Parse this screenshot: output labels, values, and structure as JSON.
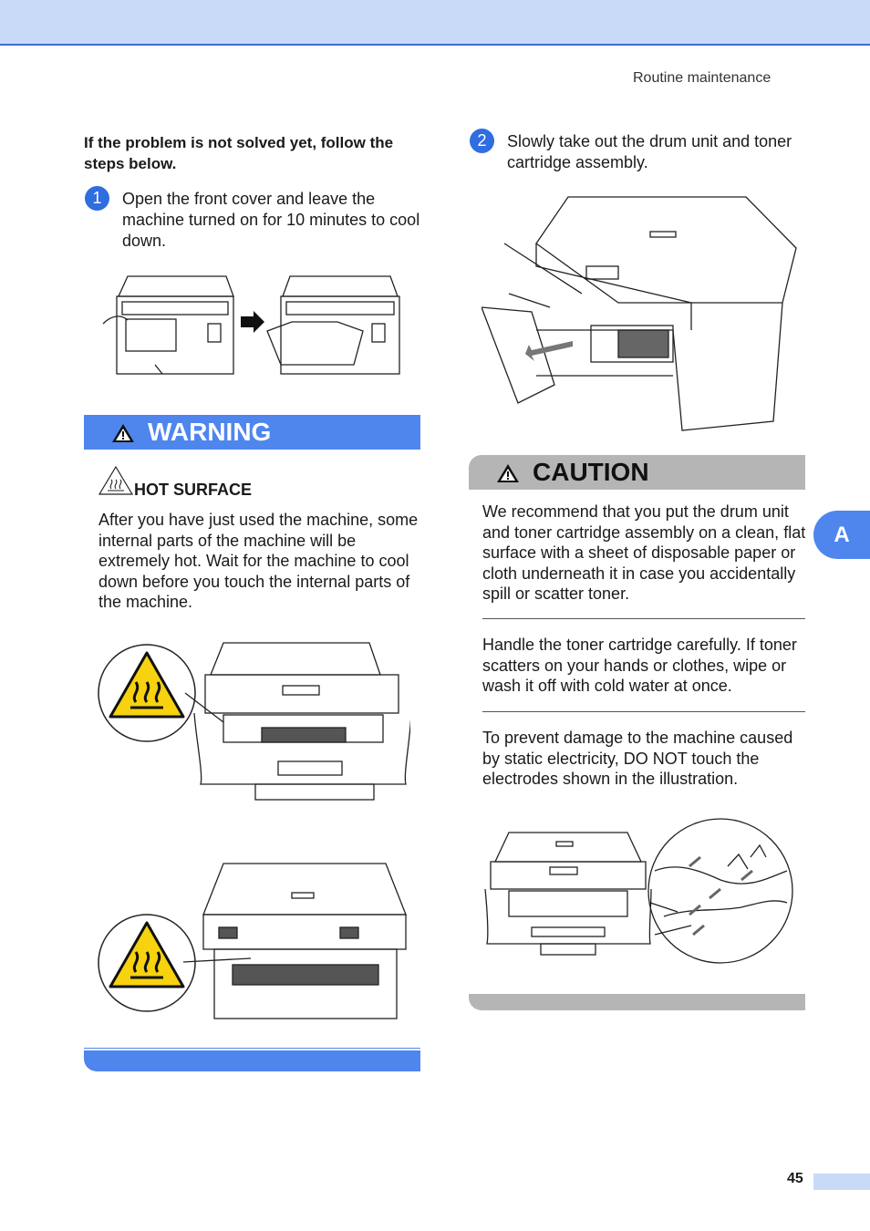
{
  "header": {
    "section": "Routine maintenance"
  },
  "intro": "If the problem is not solved yet, follow the steps below.",
  "steps": [
    {
      "number": "1",
      "text": "Open the front cover and leave the machine turned on for 10 minutes to cool down."
    },
    {
      "number": "2",
      "text": "Slowly take out the drum unit and toner cartridge assembly."
    }
  ],
  "warning": {
    "title": "WARNING",
    "subtitle": "HOT SURFACE",
    "body": "After you have just used the machine, some internal parts of the machine will be extremely hot. Wait for the machine to cool down before you touch the internal parts of the machine."
  },
  "caution": {
    "title": "CAUTION",
    "paragraphs": [
      "We recommend that you put the drum unit and toner cartridge assembly on a clean, flat surface with a sheet of disposable paper or cloth underneath it in case you accidentally spill or scatter toner.",
      "Handle the toner cartridge carefully. If toner scatters on your hands or clothes, wipe or wash it off with cold water at once.",
      "To prevent damage to the machine caused by static electricity, DO NOT touch the electrodes shown in the illustration."
    ]
  },
  "side_tab": "A",
  "page_number": "45",
  "colors": {
    "accent_blue": "#4e86ee",
    "header_band": "#c9daf8",
    "caution_grey": "#b5b5b5"
  }
}
